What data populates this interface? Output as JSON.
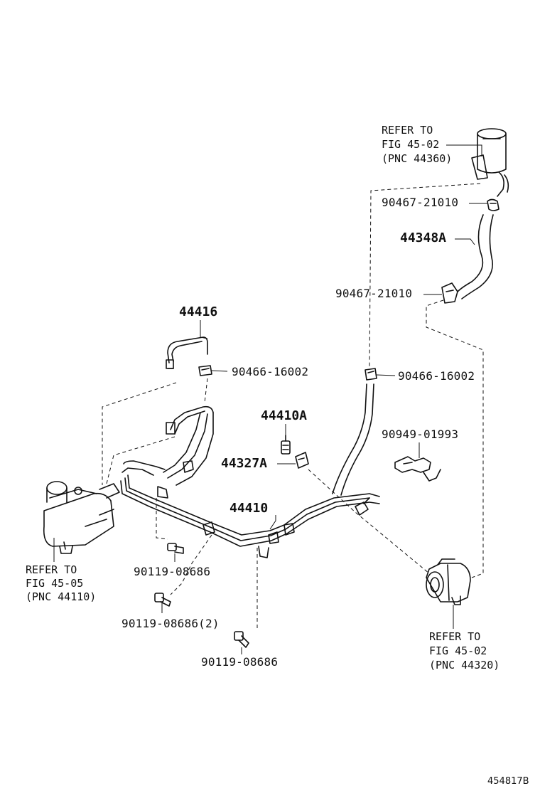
{
  "figure_id": "454817B",
  "references": {
    "reservoir": [
      "REFER TO",
      "FIG 45-02",
      "(PNC 44360)"
    ],
    "gear": [
      "REFER TO",
      "FIG 45-05",
      "(PNC 44110)"
    ],
    "pump": [
      "REFER TO",
      "FIG 45-02",
      "(PNC 44320)"
    ]
  },
  "parts": {
    "clamp_upper": "90467-21010",
    "hose_44348a": "44348A",
    "clamp_lower": "90467-21010",
    "tube_44416": "44416",
    "clip_left": "90466-16002",
    "clip_right": "90466-16002",
    "bolt_44410a": "44410A",
    "gasket_44327a": "44327A",
    "clamp_90949": "90949-01993",
    "tube_44410": "44410",
    "bolt_a": "90119-08686",
    "bolt_b": "90119-08686(2)",
    "bolt_c": "90119-08686"
  }
}
